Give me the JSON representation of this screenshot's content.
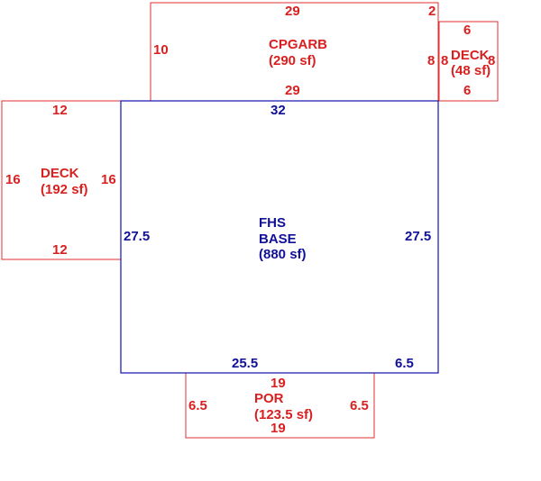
{
  "colors": {
    "addition": "#d92020",
    "base": "#101098"
  },
  "areas": {
    "carport": {
      "name": "CPGARB",
      "area": "(290 sf)",
      "dims": {
        "top": "29",
        "top_right": "2",
        "left": "10",
        "right": "8",
        "bottom": "29"
      }
    },
    "deck_small": {
      "name": "DECK",
      "area": "(48 sf)",
      "dims": {
        "top": "6",
        "left": "8",
        "right": "8",
        "bottom": "6"
      }
    },
    "deck_large": {
      "name": "DECK",
      "area": "(192 sf)",
      "dims": {
        "top": "12",
        "left": "16",
        "right": "16",
        "bottom": "12"
      }
    },
    "base": {
      "name_line1": "FHS",
      "name_line2": "BASE",
      "area": "(880 sf)",
      "dims": {
        "top": "32",
        "left": "27.5",
        "right": "27.5",
        "bottom_left": "25.5",
        "bottom_right": "6.5"
      }
    },
    "porch": {
      "name": "POR",
      "area": "(123.5 sf)",
      "dims": {
        "top": "19",
        "left": "6.5",
        "right": "6.5",
        "bottom": "19"
      }
    }
  }
}
